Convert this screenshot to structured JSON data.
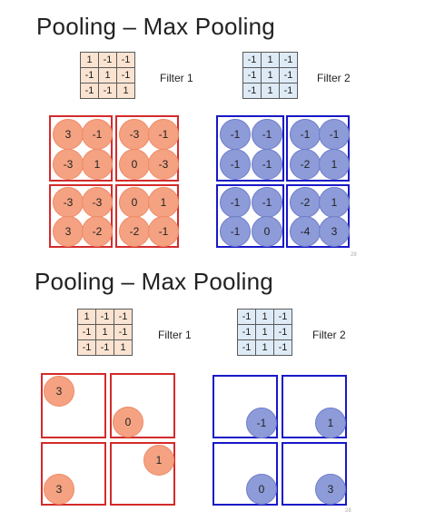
{
  "slides": [
    {
      "title": "Pooling – Max Pooling",
      "filter1": {
        "label": "Filter 1",
        "matrix": [
          [
            "1",
            "-1",
            "-1"
          ],
          [
            "-1",
            "1",
            "-1"
          ],
          [
            "-1",
            "-1",
            "1"
          ]
        ]
      },
      "filter2": {
        "label": "Filter 2",
        "matrix": [
          [
            "-1",
            "1",
            "-1"
          ],
          [
            "-1",
            "1",
            "-1"
          ],
          [
            "-1",
            "1",
            "-1"
          ]
        ]
      },
      "red_grid": [
        [
          [
            "3",
            "-1"
          ],
          [
            "-3",
            "1"
          ]
        ],
        [
          [
            "-3",
            "-1"
          ],
          [
            "0",
            "-3"
          ]
        ],
        [
          [
            "-3",
            "-3"
          ],
          [
            "3",
            "-2"
          ]
        ],
        [
          [
            "0",
            "1"
          ],
          [
            "-2",
            "-1"
          ]
        ]
      ],
      "blue_grid": [
        [
          [
            "-1",
            "-1"
          ],
          [
            "-1",
            "-1"
          ]
        ],
        [
          [
            "-1",
            "-1"
          ],
          [
            "-2",
            "1"
          ]
        ],
        [
          [
            "-1",
            "-1"
          ],
          [
            "-1",
            "0"
          ]
        ],
        [
          [
            "-2",
            "1"
          ],
          [
            "-4",
            "3"
          ]
        ]
      ],
      "page_number": "28"
    },
    {
      "title": "Pooling – Max Pooling",
      "filter1": {
        "label": "Filter 1",
        "matrix": [
          [
            "1",
            "-1",
            "-1"
          ],
          [
            "-1",
            "1",
            "-1"
          ],
          [
            "-1",
            "-1",
            "1"
          ]
        ]
      },
      "filter2": {
        "label": "Filter 2",
        "matrix": [
          [
            "-1",
            "1",
            "-1"
          ],
          [
            "-1",
            "1",
            "-1"
          ],
          [
            "-1",
            "1",
            "-1"
          ]
        ]
      },
      "red_max": [
        "3",
        "0",
        "1",
        "3"
      ],
      "blue_max": [
        "-1",
        "1",
        "0",
        "3"
      ],
      "page_number": "28"
    }
  ]
}
